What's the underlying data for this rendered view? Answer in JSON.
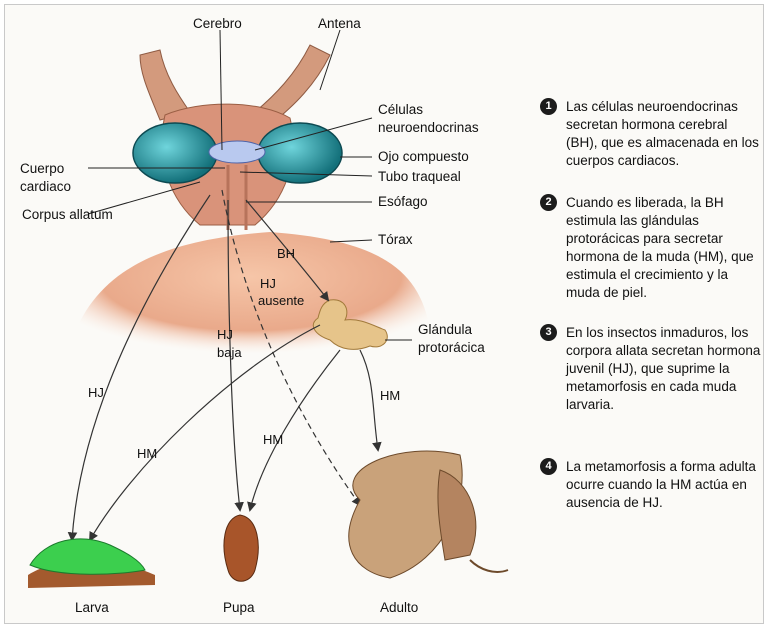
{
  "labels": {
    "cerebro": "Cerebro",
    "antena": "Antena",
    "celulas_1": "Células",
    "celulas_2": "neuroendocrinas",
    "ojo": "Ojo compuesto",
    "tubo": "Tubo traqueal",
    "cuerpo_1": "Cuerpo",
    "cuerpo_2": "cardiaco",
    "corpus": "Corpus allatum",
    "esofago": "Esófago",
    "torax": "Tórax",
    "glandula_1": "Glándula",
    "glandula_2": "protorácica",
    "larva": "Larva",
    "pupa": "Pupa",
    "adulto": "Adulto"
  },
  "arrows": {
    "bh": "BH",
    "hj_ausente_1": "HJ",
    "hj_ausente_2": "ausente",
    "hj_baja_1": "HJ",
    "hj_baja_2": "baja",
    "hj_larva": "HJ",
    "hm_larva": "HM",
    "hm_pupa": "HM",
    "hm_adulto": "HM"
  },
  "steps": [
    {
      "num": "1",
      "text": "Las células neuroendocrinas secretan hormona cerebral (BH), que es almacenada en los cuerpos cardiacos."
    },
    {
      "num": "2",
      "text": "Cuando es liberada, la BH estimula las glándulas protorácicas para secretar hormona de la muda (HM), que estimula el crecimiento y la muda de piel."
    },
    {
      "num": "3",
      "text": "En los insectos inmaduros, los corpora allata secretan hormona juvenil (HJ), que suprime la metamorfosis en cada muda larvaria."
    },
    {
      "num": "4",
      "text": "La metamorfosis a forma adulta ocurre cuando la HM actúa en ausencia de HJ."
    }
  ],
  "colors": {
    "thorax": "#e8a585",
    "head": "#d9937a",
    "eye": "#1f8f9a",
    "gland": "#e6c48a",
    "larva": "#3ccf4e",
    "pupa": "#a8552a",
    "moth": "#c9a27a"
  }
}
